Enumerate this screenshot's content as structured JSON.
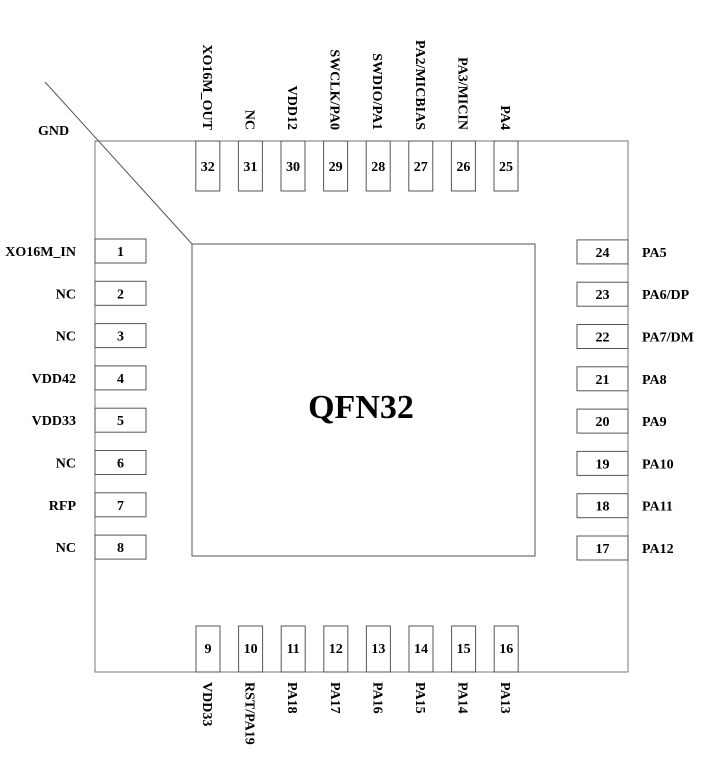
{
  "package": {
    "name": "QFN32",
    "corner_label": "GND"
  },
  "pins": {
    "left": [
      {
        "num": "1",
        "label": "XO16M_IN"
      },
      {
        "num": "2",
        "label": "NC"
      },
      {
        "num": "3",
        "label": "NC"
      },
      {
        "num": "4",
        "label": "VDD42"
      },
      {
        "num": "5",
        "label": "VDD33"
      },
      {
        "num": "6",
        "label": "NC"
      },
      {
        "num": "7",
        "label": "RFP"
      },
      {
        "num": "8",
        "label": "NC"
      }
    ],
    "bottom": [
      {
        "num": "9",
        "label": "VDD33"
      },
      {
        "num": "10",
        "label": "RST/PA19"
      },
      {
        "num": "11",
        "label": "PA18"
      },
      {
        "num": "12",
        "label": "PA17"
      },
      {
        "num": "13",
        "label": "PA16"
      },
      {
        "num": "14",
        "label": "PA15"
      },
      {
        "num": "15",
        "label": "PA14"
      },
      {
        "num": "16",
        "label": "PA13"
      }
    ],
    "right": [
      {
        "num": "17",
        "label": "PA12"
      },
      {
        "num": "18",
        "label": "PA11"
      },
      {
        "num": "19",
        "label": "PA10"
      },
      {
        "num": "20",
        "label": "PA9"
      },
      {
        "num": "21",
        "label": "PA8"
      },
      {
        "num": "22",
        "label": "PA7/DM"
      },
      {
        "num": "23",
        "label": "PA6/DP"
      },
      {
        "num": "24",
        "label": "PA5"
      }
    ],
    "top": [
      {
        "num": "25",
        "label": "PA4"
      },
      {
        "num": "26",
        "label": "PA3/MICIN"
      },
      {
        "num": "27",
        "label": "PA2/MICBIAS"
      },
      {
        "num": "28",
        "label": "SWDIO/PA1"
      },
      {
        "num": "29",
        "label": "SWCLK/PA0"
      },
      {
        "num": "30",
        "label": "VDD12"
      },
      {
        "num": "31",
        "label": "NC"
      },
      {
        "num": "32",
        "label": "XO16M_OUT"
      }
    ]
  }
}
